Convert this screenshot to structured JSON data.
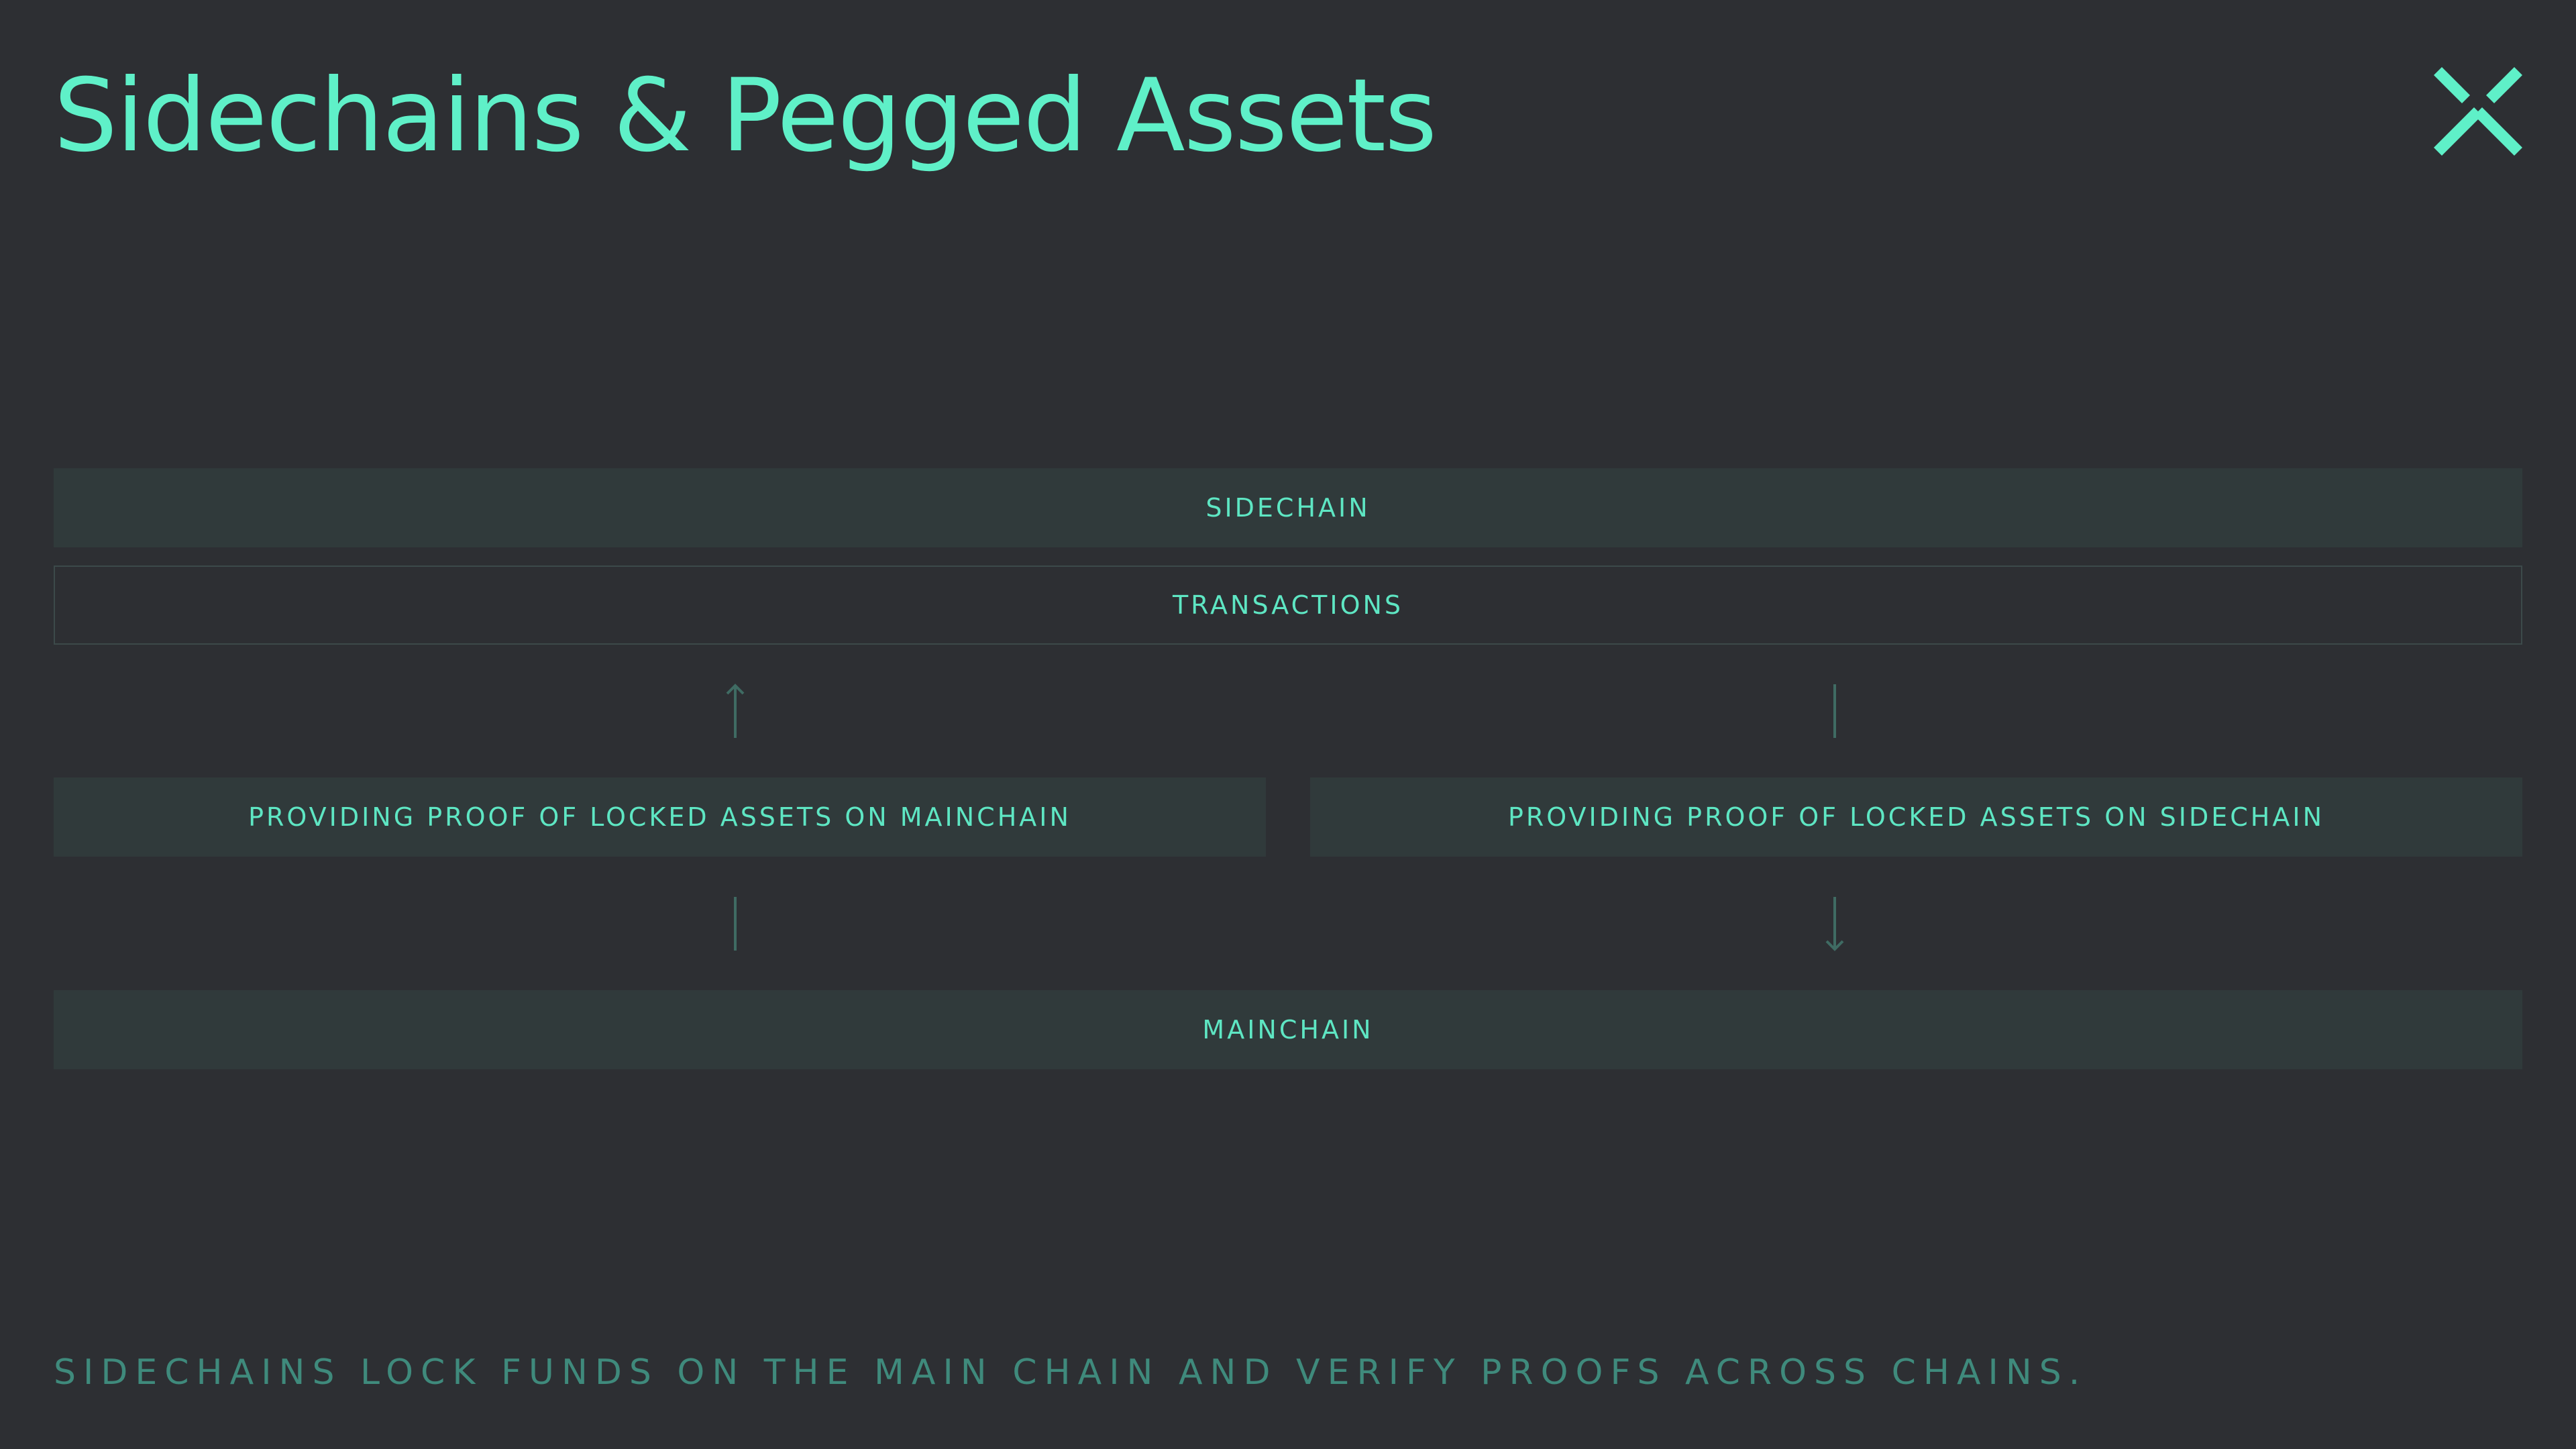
{
  "slide": {
    "title": "Sidechains & Pegged Assets",
    "logo_icon": "x-mark-logo-icon",
    "caption": "SIDECHAINS LOCK FUNDS ON THE MAIN CHAIN AND VERIFY PROOFS ACROSS CHAINS."
  },
  "diagram": {
    "sidechain_label": "SIDECHAIN",
    "transactions_label": "TRANSACTIONS",
    "proof_mainchain_label": "PROVIDING PROOF OF LOCKED ASSETS ON MAINCHAIN",
    "proof_sidechain_label": "PROVIDING PROOF OF LOCKED ASSETS ON SIDECHAIN",
    "mainchain_label": "MAINCHAIN",
    "connectors": [
      "arrow-up-icon",
      "line-icon",
      "line-icon",
      "arrow-down-icon"
    ]
  },
  "colors": {
    "background": "#2d2f33",
    "accent": "#5ff0c8",
    "box_fill": "#303a3b",
    "connector": "#3f6b63",
    "caption": "#3f8a7c"
  }
}
